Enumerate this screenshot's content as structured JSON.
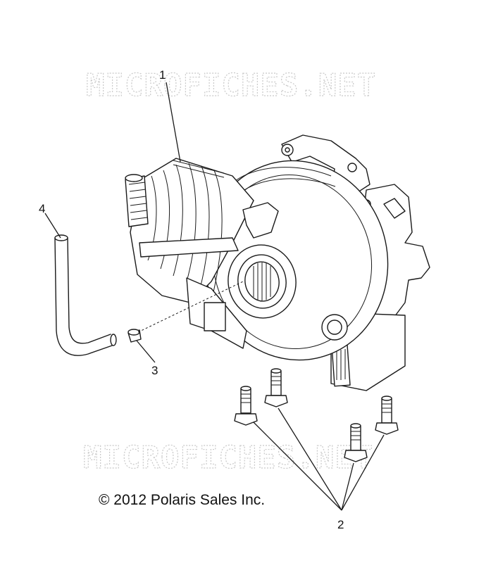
{
  "watermark": {
    "text": "MICROFICHES.NET"
  },
  "callouts": [
    {
      "id": "1",
      "label": "1"
    },
    {
      "id": "2",
      "label": "2"
    },
    {
      "id": "3",
      "label": "3"
    },
    {
      "id": "4",
      "label": "4"
    }
  ],
  "copyright": "© 2012 Polaris Sales Inc."
}
